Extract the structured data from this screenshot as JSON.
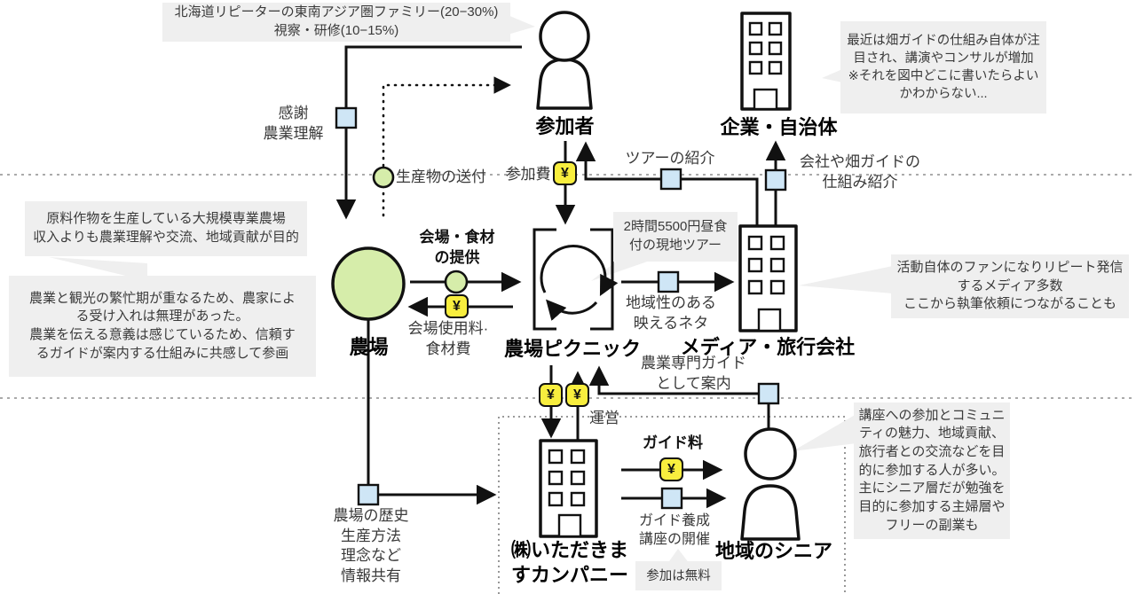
{
  "diagram": {
    "title": "farm-picnic-stakeholder-map",
    "currency_symbol": "¥",
    "colors": {
      "green": "#d6edaa",
      "yellow": "#f8ee3e",
      "blue": "#cfe6f6",
      "callout_bg": "#efefef",
      "line": "#111111"
    },
    "entities": {
      "participants": {
        "label": "参加者"
      },
      "company_government": {
        "label": "企業・自治体"
      },
      "farm": {
        "label": "農場"
      },
      "farm_picnic": {
        "label": "農場ピクニック"
      },
      "media_travel": {
        "label": "メディア・旅行会社"
      },
      "itadakimasu_company": {
        "label": "㈱いただきま\nすカンパニー"
      },
      "local_seniors": {
        "label": "地域のシニア"
      }
    },
    "flows": {
      "gratitude": "感謝\n農業理解",
      "produce_shipping": "生産物の送付",
      "participation_fee": "参加費",
      "tour_referral": "ツアーの紹介",
      "scheme_referral": "会社や畑ガイドの\n仕組み紹介",
      "venue_food": "会場・食材\nの提供",
      "venue_fee": "会場使用料·\n食材費",
      "photogenic_content": "地域性のある\n映えるネタ",
      "operation": "運営",
      "guide_escort": "農業専門ガイド\nとして案内",
      "farm_info": "農場の歴史\n生産方法\n理念など\n情報共有",
      "guide_fee": "ガイド料",
      "guide_training": "ガイド養成\n講座の開催"
    },
    "callouts": {
      "visitors": "北海道リピーターの東南アジア圏ファミリー(20−30%)\n視察・研修(10−15%)",
      "consulting": "最近は畑ガイドの仕組み自体が注\n目され、講演やコンサルが増加\n※それを図中どこに書いたらよい\nかわからない...",
      "farm_profile": "原料作物を生産している大規模専業農場\n収入よりも農業理解や交流、地域貢献が目的",
      "farm_reason": "農業と観光の繁忙期が重なるため、農家によ\nる受け入れは無理があった。\n農業を伝える意義は感じているため、信頼す\nるガイドが案内する仕組みに共感して参画",
      "tour_detail": "2時間5500円昼食\n付の現地ツアー",
      "media_fans": "活動自体のファンになりリピート発信\nするメディア多数\nここから執筆依頼につながることも",
      "senior_profile": "講座への参加とコミュニ\nティの魅力、地域貢献、\n旅行者との交流などを目\n的に参加する人が多い。\n主にシニア層だが勉強を\n目的に参加する主婦層や\nフリーの副業も",
      "free_participation": "参加は無料"
    }
  }
}
